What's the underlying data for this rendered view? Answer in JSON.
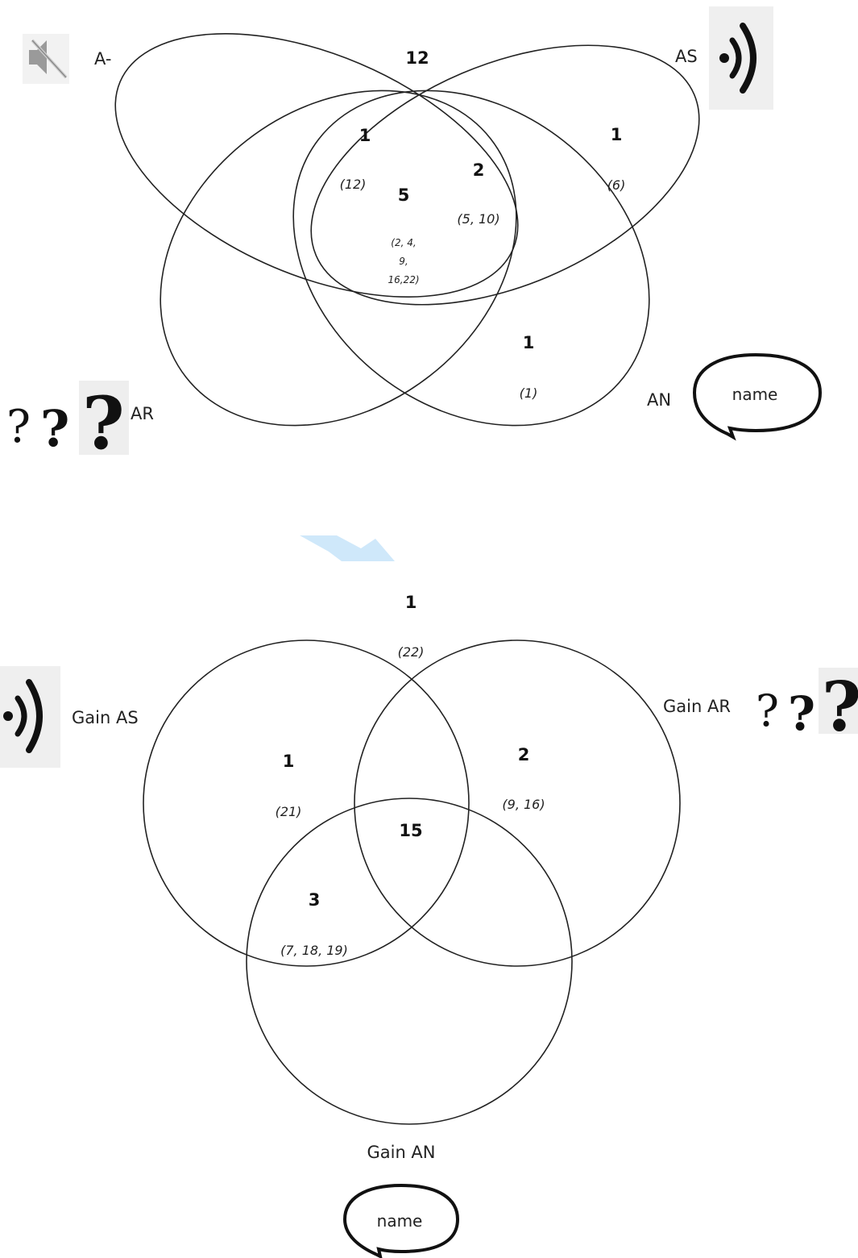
{
  "diagram_top": {
    "set_labels": {
      "a_minus": "A-",
      "as": "AS",
      "ar": "AR",
      "an": "AN"
    },
    "outside_count": "12",
    "regions": [
      {
        "count": "1",
        "ids": "(12)"
      },
      {
        "count": "5",
        "ids_lines": [
          "(2, 4,",
          "9,",
          "16,22)"
        ]
      },
      {
        "count": "2",
        "ids": "(5, 10)"
      },
      {
        "count": "1",
        "ids": "(6)"
      },
      {
        "count": "1",
        "ids": "(1)"
      }
    ],
    "bubble_text": "name"
  },
  "diagram_bottom": {
    "set_labels": {
      "gain_as": "Gain AS",
      "gain_ar": "Gain AR",
      "gain_an": "Gain AN"
    },
    "outside": {
      "count": "1",
      "ids": "(22)"
    },
    "regions": [
      {
        "count": "1",
        "ids": "(21)"
      },
      {
        "count": "2",
        "ids": "(9, 16)"
      },
      {
        "count": "15"
      },
      {
        "count": "3",
        "ids": "(7, 18, 19)"
      }
    ],
    "bubble_text": "name"
  },
  "icons": {
    "muted_speaker": "speaker-muted-icon",
    "sound_waves": "sound-waves-icon",
    "question_marks": "question-marks-icon",
    "speech_bubble": "speech-bubble-icon"
  },
  "colors": {
    "line": "#222222",
    "icon_bg": "#efefef",
    "watermark": "#cfe8fa"
  }
}
